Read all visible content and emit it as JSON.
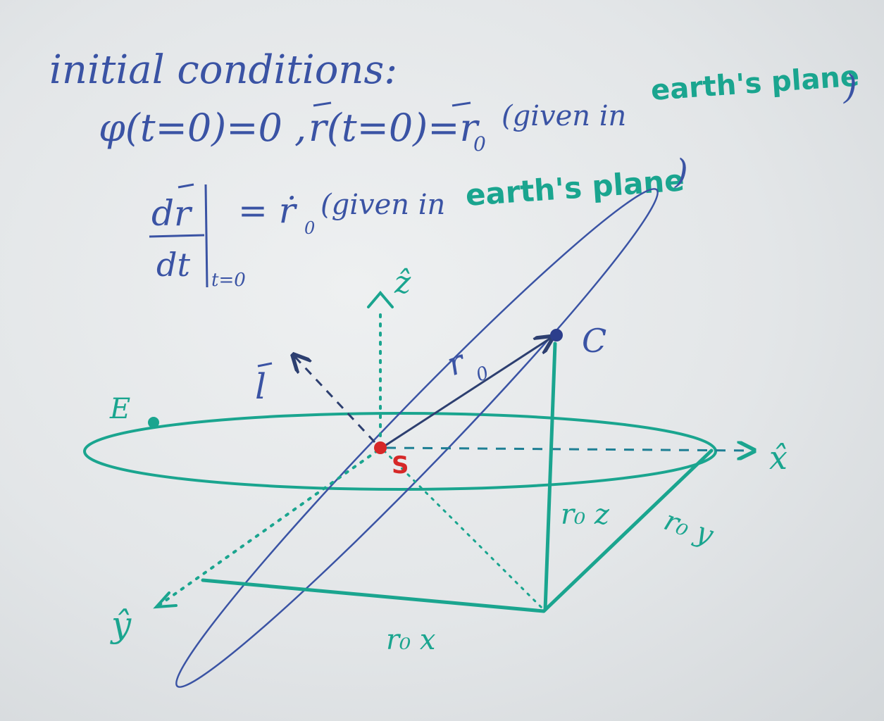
{
  "colors": {
    "blue_ink": "#3a53a4",
    "green_ink": "#1aa58f",
    "red_ink": "#d62828",
    "board": "#e6e8ea"
  },
  "notes": {
    "heading": "initial conditions:",
    "eq1_left": "φ(t=0)=0 ,",
    "eq1_right": "r(t=0)=r",
    "eq1_sub": "0",
    "eq1_paren": "(given in",
    "eq1_green": "earth's plane",
    "eq1_close": ")",
    "deriv_num": "dr",
    "deriv_den": "dt",
    "deriv_eval": "t=0",
    "deriv_rhs": "= ṙ",
    "deriv_rhs_sub": "0",
    "deriv_paren": "(given in",
    "deriv_green": "earth's plane",
    "deriv_close": ")"
  },
  "labels": {
    "z_axis": "ẑ",
    "x_axis": "x̂",
    "y_axis": "ŷ",
    "point_c": "C",
    "point_e": "E",
    "point_s": "S",
    "vec_r0": "r",
    "vec_r0_sub": "0",
    "vec_l": "l",
    "r0z": "r₀ z",
    "r0y": "r₀ y",
    "r0x": "r₀ x"
  }
}
